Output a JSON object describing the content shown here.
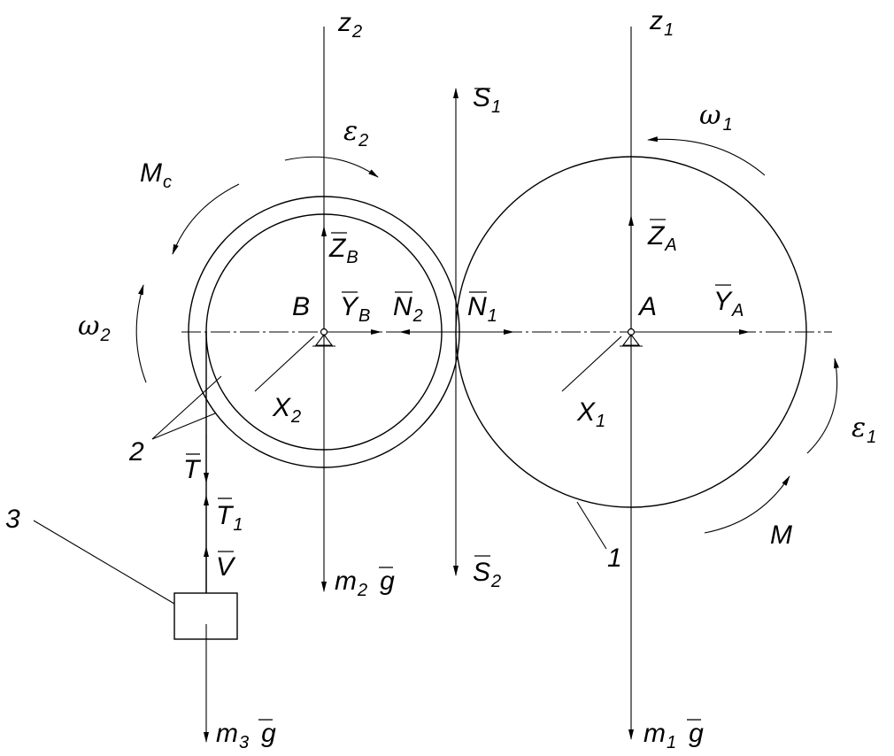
{
  "axes": {
    "z2": {
      "main": "z",
      "sub": "2"
    },
    "z1": {
      "main": "z",
      "sub": "1"
    }
  },
  "points": {
    "B": "B",
    "A": "A"
  },
  "forces": {
    "S1": {
      "main": "S",
      "sub": "1"
    },
    "S2": {
      "main": "S",
      "sub": "2"
    },
    "ZB": {
      "main": "Z",
      "sub": "B"
    },
    "YB": {
      "main": "Y",
      "sub": "B"
    },
    "N2": {
      "main": "N",
      "sub": "2"
    },
    "N1": {
      "main": "N",
      "sub": "1"
    },
    "ZA": {
      "main": "Z",
      "sub": "A"
    },
    "YA": {
      "main": "Y",
      "sub": "A"
    },
    "T": {
      "main": "T"
    },
    "T1": {
      "main": "T",
      "sub": "1"
    },
    "V": {
      "main": "V"
    },
    "m2g": {
      "main": "m",
      "sub": "2",
      "g": "g"
    },
    "m3g": {
      "main": "m",
      "sub": "3",
      "g": "g"
    },
    "m1g": {
      "main": "m",
      "sub": "1",
      "g": "g"
    }
  },
  "moments": {
    "Mc": {
      "main": "M",
      "sub": "c"
    },
    "M": {
      "main": "M"
    }
  },
  "kinematics": {
    "eps2": {
      "main": "ε",
      "sub": "2"
    },
    "omega2": {
      "main": "ω",
      "sub": "2"
    },
    "omega1": {
      "main": "ω",
      "sub": "1"
    },
    "eps1": {
      "main": "ε",
      "sub": "1"
    }
  },
  "leaders": {
    "X2": {
      "main": "X",
      "sub": "2"
    },
    "X1": {
      "main": "X",
      "sub": "1"
    },
    "body1": "1",
    "body2": "2",
    "body3": "3"
  }
}
